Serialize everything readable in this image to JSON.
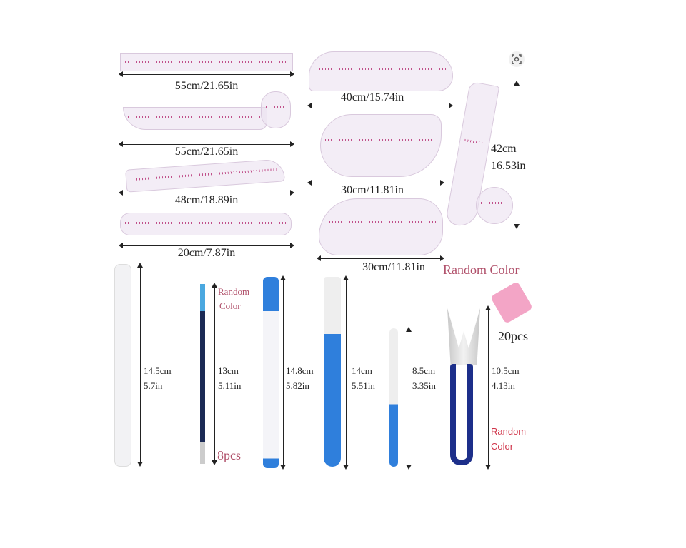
{
  "viewer": {
    "lens_icon": "visual-search-icon"
  },
  "rulers": [
    {
      "label": "55cm/21.65in"
    },
    {
      "label": "55cm/21.65in"
    },
    {
      "label": "48cm/18.89in"
    },
    {
      "label": "20cm/7.87in"
    },
    {
      "label": "40cm/15.74in"
    },
    {
      "label": "30cm/11.81in"
    },
    {
      "label": "30cm/11.81in"
    },
    {
      "label_cm": "42cm",
      "label_in": "16.53in"
    }
  ],
  "clips": {
    "note": "Random Color",
    "count": "20pcs"
  },
  "tools": [
    {
      "cm": "14.5cm",
      "in": "5.7in"
    },
    {
      "cm": "13cm",
      "in": "5.11in",
      "note1": "Random",
      "note2": "Color",
      "count": "8pcs"
    },
    {
      "cm": "14.8cm",
      "in": "5.82in"
    },
    {
      "cm": "14cm",
      "in": "5.51in"
    },
    {
      "cm": "8.5cm",
      "in": "3.35in"
    },
    {
      "cm": "10.5cm",
      "in": "4.13in",
      "note1": "Random",
      "note2": "Color"
    }
  ],
  "colors": {
    "pink": "#b0506a",
    "blue": "#2f7fdc",
    "navy": "#1d2f8a"
  }
}
